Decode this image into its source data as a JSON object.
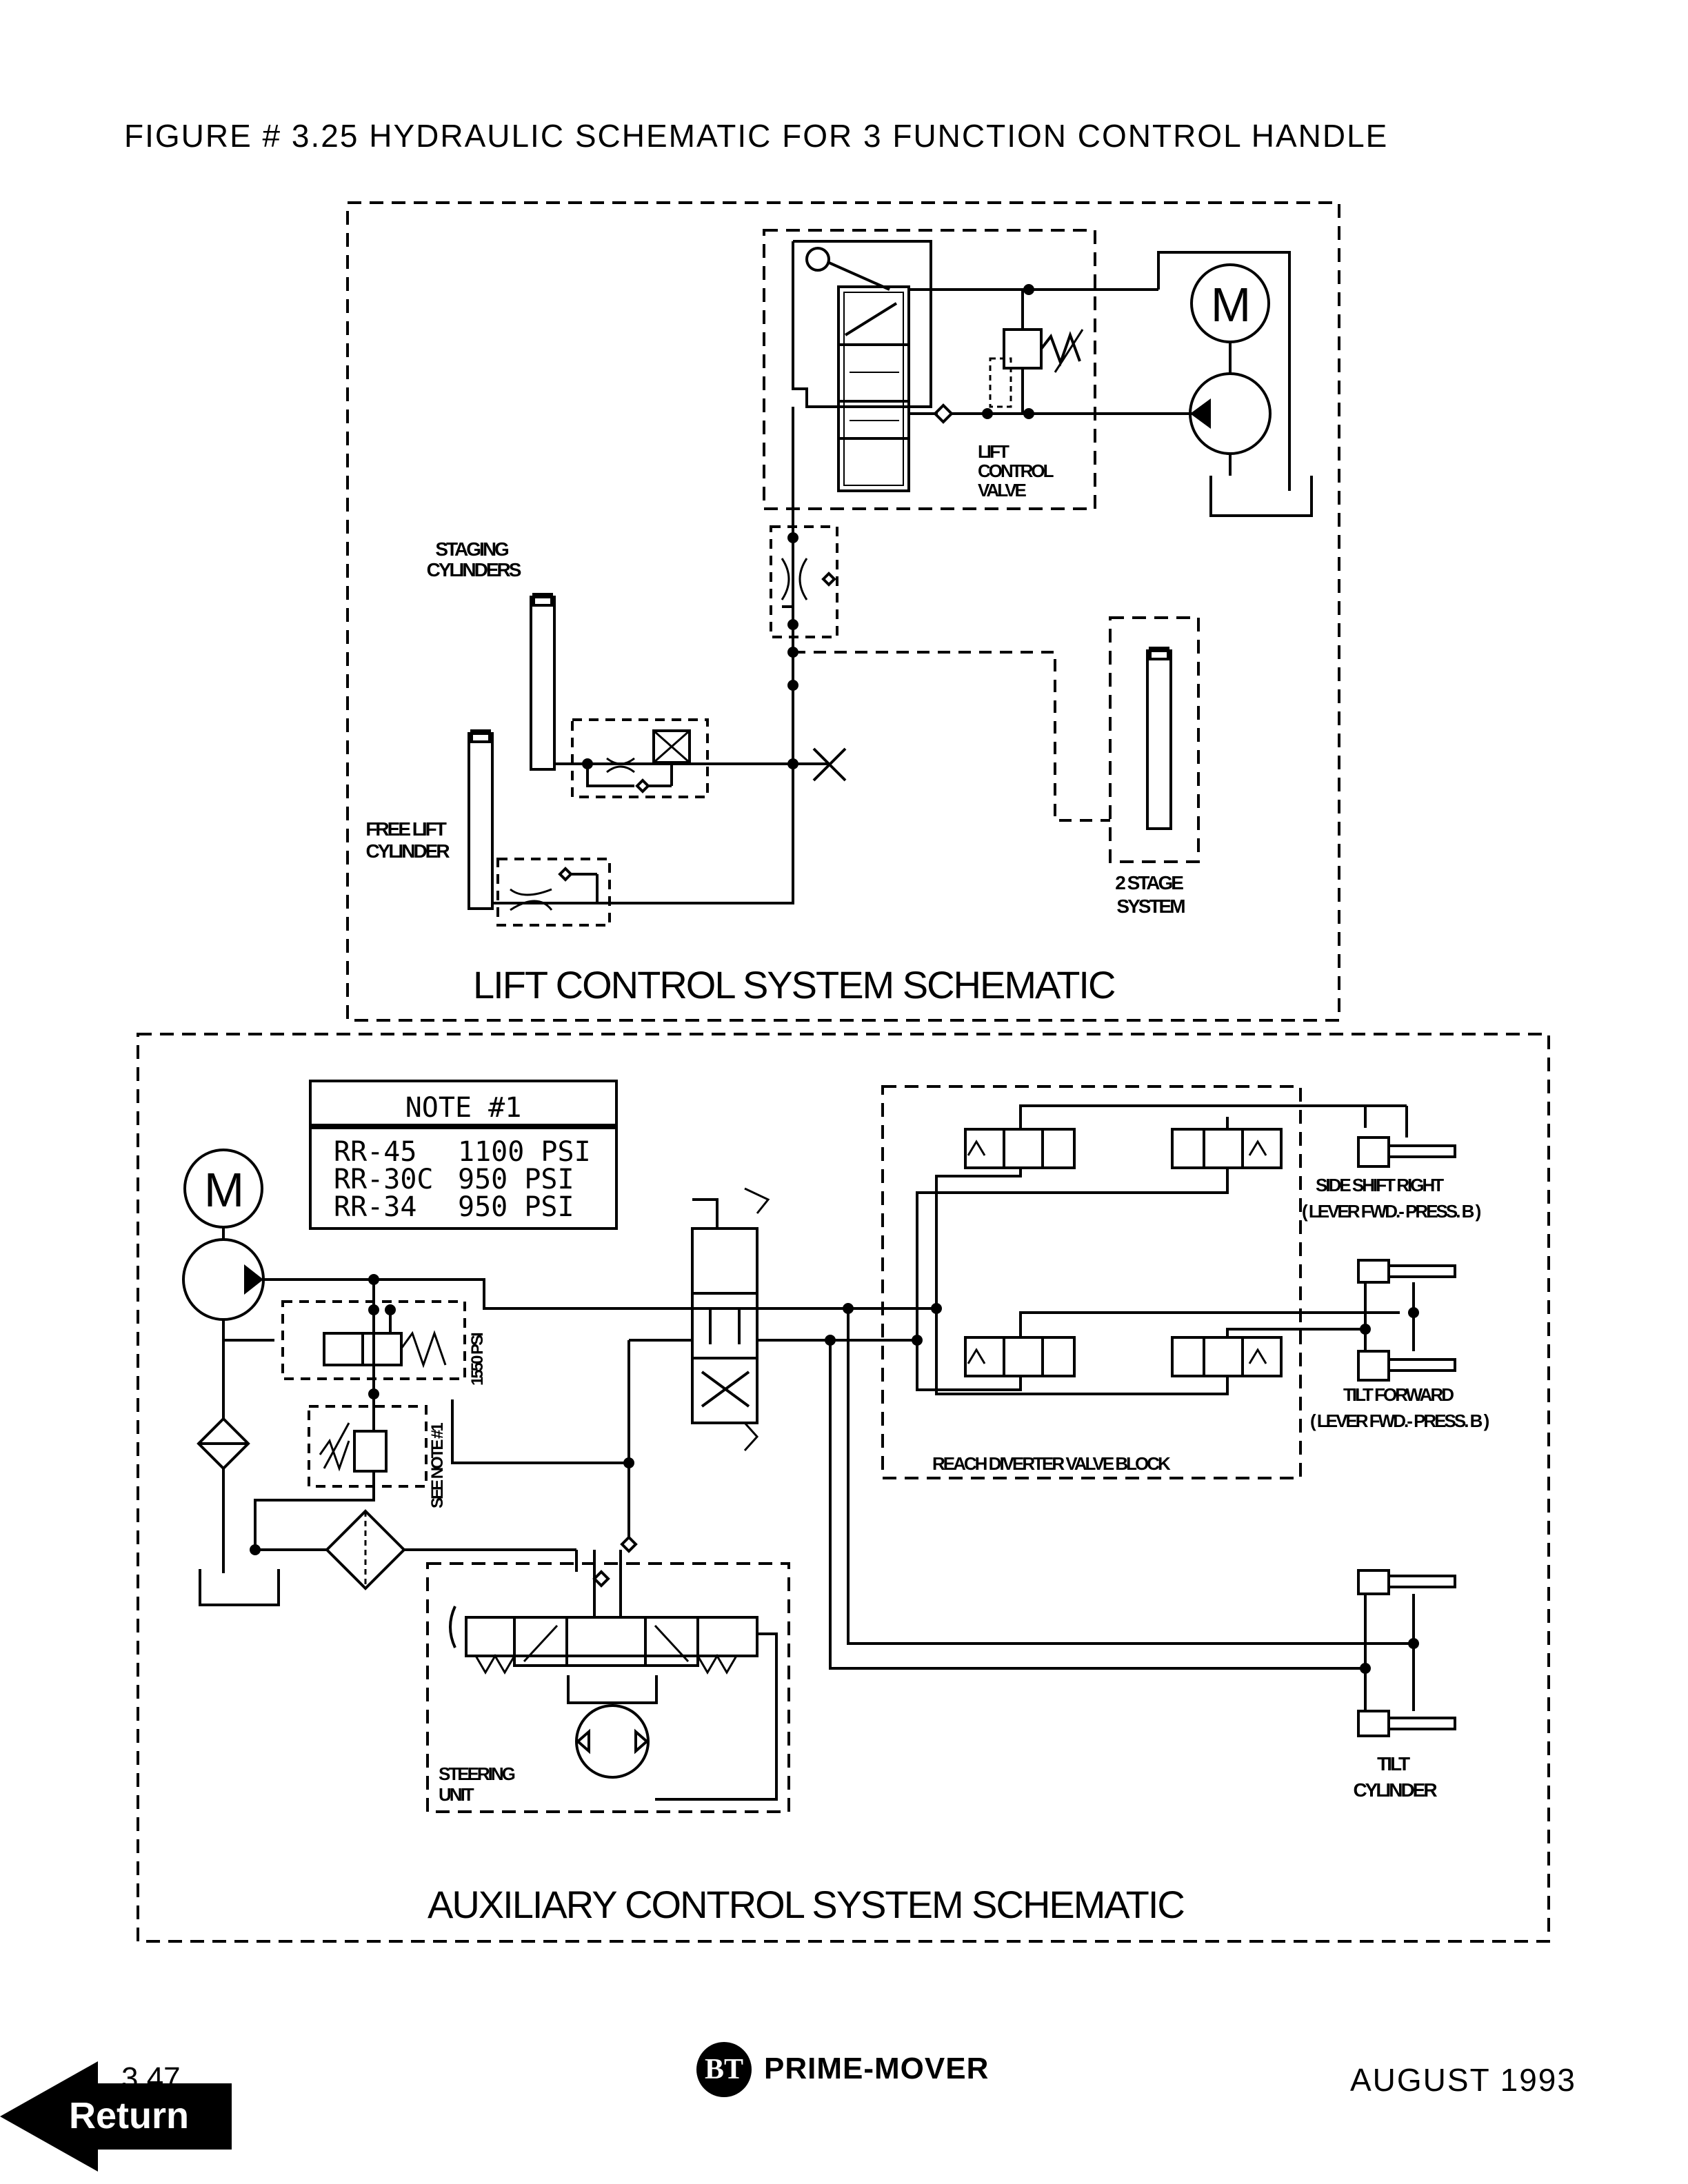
{
  "figure_title": "FIGURE # 3.25  HYDRAULIC SCHEMATIC FOR 3 FUNCTION CONTROL HANDLE",
  "lift_section": {
    "title": "LIFT CONTROL SYSTEM SCHEMATIC",
    "motor_symbol": "M",
    "labels": {
      "lift_control_valve": [
        "LIFT",
        "CONTROL",
        "VALVE"
      ],
      "staging_cylinders": [
        "STAGING",
        "CYLINDERS"
      ],
      "free_lift_cylinder": [
        "FREE LIFT",
        "CYLINDER"
      ],
      "two_stage_system": [
        "2 STAGE",
        "SYSTEM"
      ]
    }
  },
  "aux_section": {
    "title": "AUXILIARY CONTROL SYSTEM SCHEMATIC",
    "motor_symbol": "M",
    "note": {
      "heading": "NOTE #1",
      "rows": [
        {
          "model": "RR-45",
          "pressure": "1100 PSI"
        },
        {
          "model": "RR-30C",
          "pressure": "950 PSI"
        },
        {
          "model": "RR-34",
          "pressure": "950 PSI"
        }
      ]
    },
    "labels": {
      "relief_1550": "1550 PSI",
      "see_note": "SEE NOTE #1",
      "side_shift": [
        "SIDE SHIFT RIGHT",
        "( LEVER FWD.- PRESS. B )"
      ],
      "tilt_forward": [
        "TILT FORWARD",
        "( LEVER FWD.- PRESS. B )"
      ],
      "reach_block": "REACH DIVERTER VALVE BLOCK",
      "steering_unit": [
        "STEERING",
        "UNIT"
      ],
      "tilt_cylinder": [
        "TILT",
        "CYLINDER"
      ]
    }
  },
  "footer": {
    "page_number": "3.47",
    "brand_logo": "BT",
    "brand": "PRIME-MOVER",
    "date": "AUGUST 1993",
    "return_label": "Return"
  }
}
